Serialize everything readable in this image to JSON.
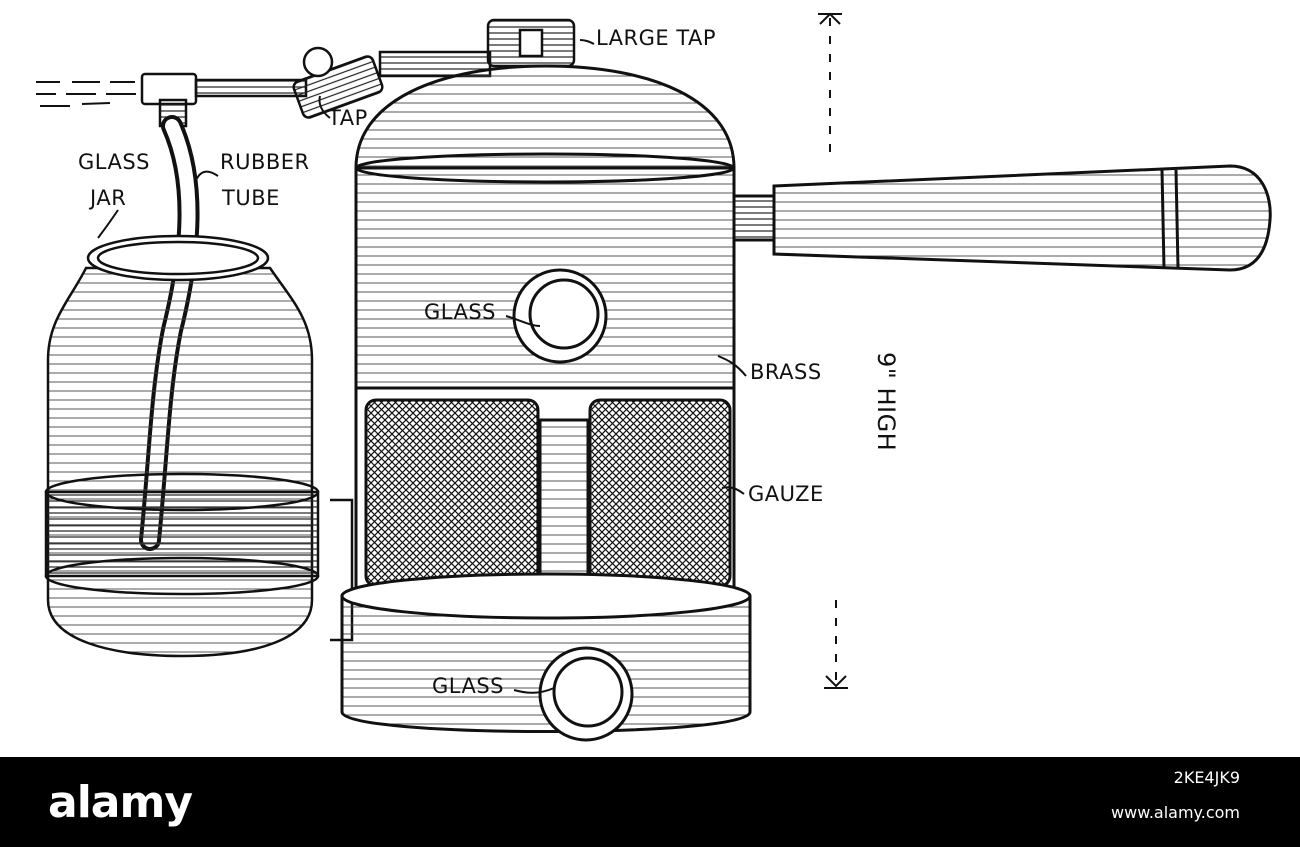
{
  "labels": {
    "large_tap": "LARGE TAP",
    "tap": "TAP",
    "glass_jar_line1": "GLASS",
    "glass_jar_line2": "JAR",
    "rubber_tube_line1": "RUBBER",
    "rubber_tube_line2": "TUBE",
    "glass_upper": "GLASS",
    "brass": "BRASS",
    "gauze": "GAUZE",
    "glass_lower": "GLASS",
    "height": "9\" HIGH"
  },
  "watermark": {
    "brand": "alamy",
    "image_id": "2KE4JK9",
    "site": "www.alamy.com"
  }
}
